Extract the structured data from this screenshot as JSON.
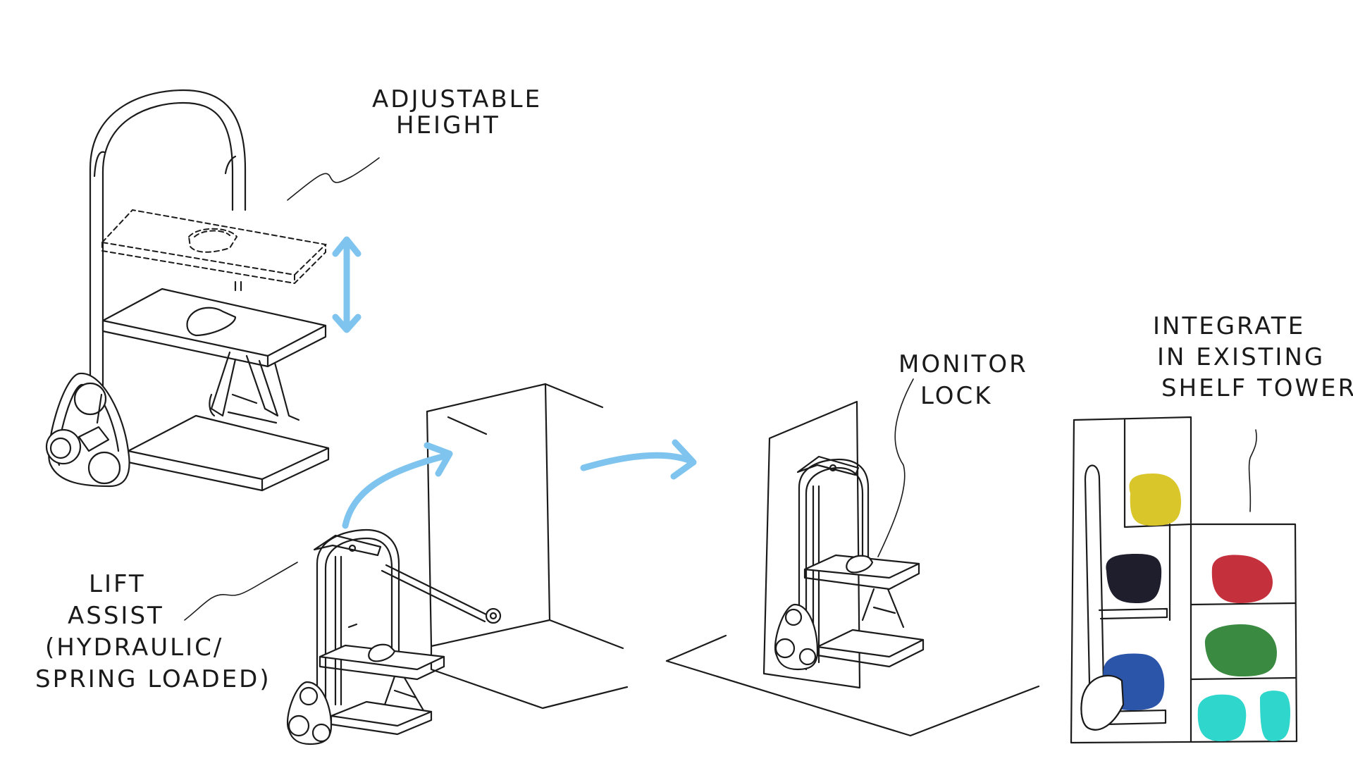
{
  "labels": {
    "adjustable_height": [
      "ADJUSTABLE",
      "HEIGHT"
    ],
    "lift_assist": [
      "LIFT",
      "ASSIST",
      "(HYDRAULIC/",
      "SPRING LOADED)"
    ],
    "monitor_lock": [
      "MONITOR",
      "LOCK"
    ],
    "integrate": [
      "INTEGRATE",
      "IN EXISTING",
      "SHELF TOWER"
    ]
  },
  "colors": {
    "arrow": "#7fc4ef",
    "stroke": "#1b1b1b",
    "yellow_item": "#d8c62a",
    "black_item": "#1e1e2c",
    "red_item": "#c4303c",
    "blue_item": "#2b55a8",
    "green_item": "#3a8a42",
    "cyan_item": "#2fd6cc"
  }
}
